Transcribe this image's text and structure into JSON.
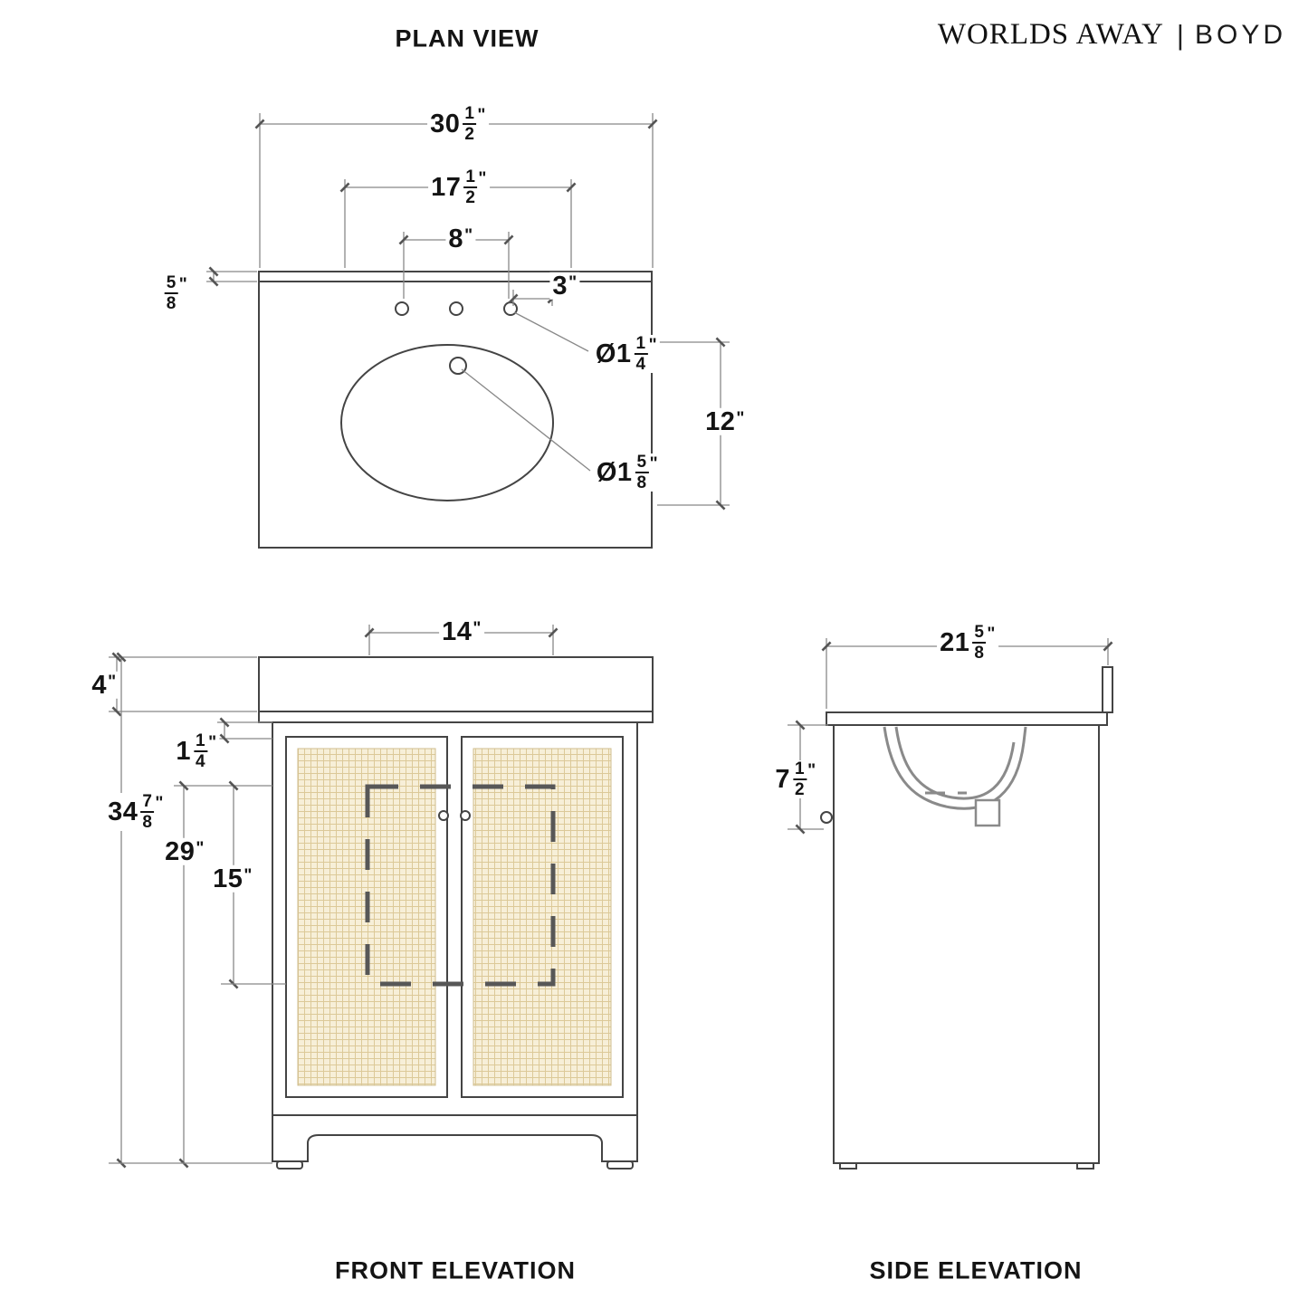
{
  "header": {
    "brand": "WORLDS AWAY",
    "separator": "|",
    "product": "BOYD"
  },
  "plan": {
    "title": "PLAN VIEW",
    "dims": {
      "overall_width": {
        "whole": "30",
        "num": "1",
        "den": "2",
        "unit": "\""
      },
      "faucet_spread": {
        "whole": "17",
        "num": "1",
        "den": "2",
        "unit": "\""
      },
      "faucet_centers": {
        "value": "8",
        "unit": "\""
      },
      "backsplash_thickness": {
        "num": "5",
        "den": "8",
        "unit": "\""
      },
      "hole_offset": {
        "value": "3",
        "unit": "\""
      },
      "faucet_hole_diameter": {
        "whole": "Ø1",
        "num": "1",
        "den": "4",
        "unit": "\""
      },
      "basin_offset": {
        "value": "12",
        "unit": "\""
      },
      "drain_hole_diameter": {
        "whole": "Ø1",
        "num": "5",
        "den": "8",
        "unit": "\""
      }
    }
  },
  "front": {
    "title": "FRONT ELEVATION",
    "dims": {
      "door_top_width": {
        "value": "14",
        "unit": "\""
      },
      "counter_height": {
        "value": "4",
        "unit": "\""
      },
      "frame_reveal": {
        "whole": "1",
        "num": "1",
        "den": "4",
        "unit": "\""
      },
      "overall_height": {
        "whole": "34",
        "num": "7",
        "den": "8",
        "unit": "\""
      },
      "cabinet_height": {
        "value": "29",
        "unit": "\""
      },
      "door_cutout_height": {
        "value": "15",
        "unit": "\""
      }
    }
  },
  "side": {
    "title": "SIDE ELEVATION",
    "dims": {
      "overall_depth": {
        "whole": "21",
        "num": "5",
        "den": "8",
        "unit": "\""
      },
      "sink_depth": {
        "whole": "7",
        "num": "1",
        "den": "2",
        "unit": "\""
      }
    }
  }
}
